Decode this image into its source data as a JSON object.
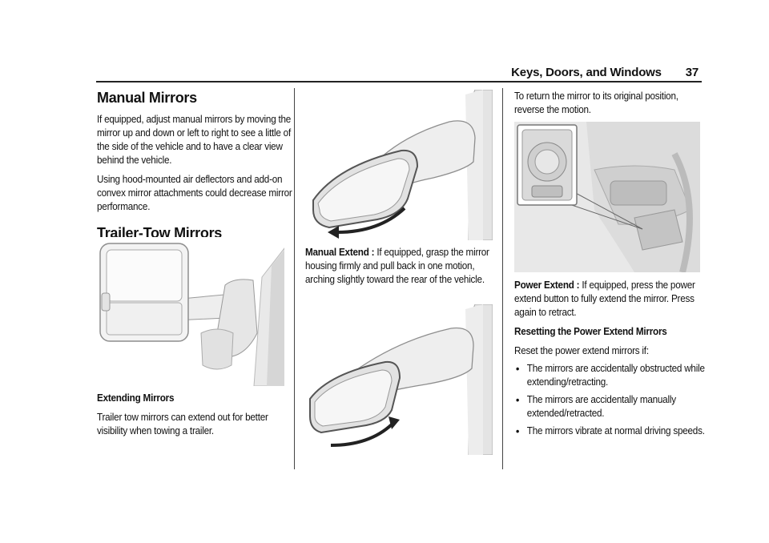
{
  "header": {
    "section": "Keys, Doors, and Windows",
    "page_number": "37"
  },
  "col1": {
    "manual_mirrors_title": "Manual Mirrors",
    "manual_mirrors_p1": "If equipped, adjust manual mirrors by moving the mirror up and down or left to right to see a little of the side of the vehicle and to have a clear view behind the vehicle.",
    "manual_mirrors_p2": "Using hood-mounted air deflectors and add-on convex mirror attachments could decrease mirror performance.",
    "trailer_title": "Trailer-Tow Mirrors",
    "extending_heading": "Extending Mirrors",
    "extending_p": "Trailer tow mirrors can extend out for better visibility when towing a trailer."
  },
  "col2": {
    "manual_extend_label": "Manual Extend :",
    "manual_extend_text": " If equipped, grasp the mirror housing firmly and pull back in one motion, arching slightly toward the rear of the vehicle."
  },
  "col3": {
    "return_p": "To return the mirror to its original position, reverse the motion.",
    "power_extend_label": "Power Extend :",
    "power_extend_text": " If equipped, press the power extend button to fully extend the mirror. Press again to retract.",
    "resetting_heading": "Resetting the Power Extend Mirrors",
    "reset_intro": "Reset the power extend mirrors if:",
    "reset_bullets": [
      "The mirrors are accidentally obstructed while extending/retracting.",
      "The mirrors are accidentally manually extended/retracted.",
      "The mirrors vibrate at normal driving speeds."
    ]
  }
}
